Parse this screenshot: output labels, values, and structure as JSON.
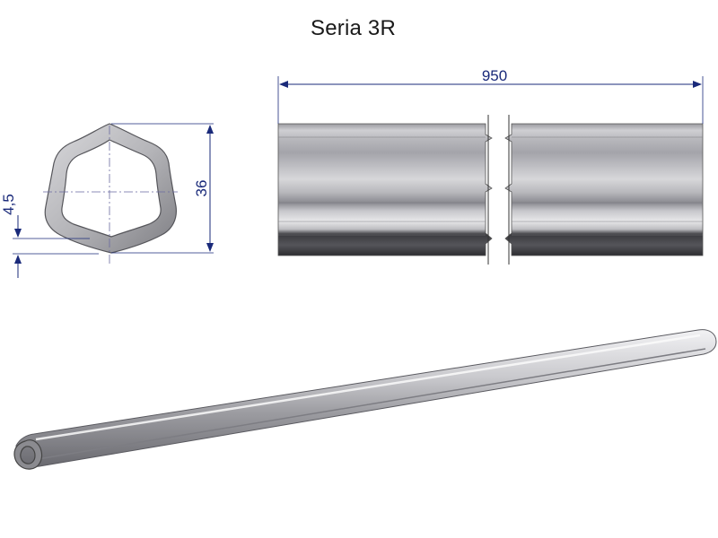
{
  "title": "Seria 3R",
  "dimensions": {
    "length": "950",
    "outer_size": "36",
    "wall_thickness": "4,5"
  },
  "colors": {
    "dimension_line": "#1a2a7a",
    "steel_light": "#e8e8ea",
    "steel_dark": "#3a3a3e",
    "centerline": "#6a6aa0"
  }
}
